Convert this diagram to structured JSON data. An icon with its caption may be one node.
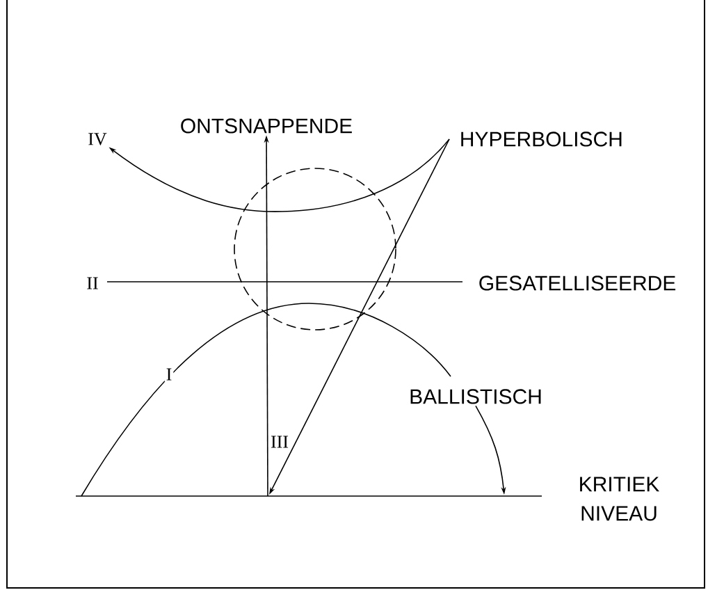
{
  "diagram": {
    "nodes": [
      {
        "text": [
          "ONTSNAPPENDE"
        ]
      },
      {
        "text": [
          "HYPERBOLISCH"
        ]
      },
      {
        "text": [
          "BALLISTISCH"
        ]
      },
      {
        "text": [
          "IV"
        ]
      }
    ],
    "edges": [
      {
        "from": null,
        "to": 0,
        "arrow": "to"
      },
      {
        "from": 1,
        "to": null,
        "arrow": "to"
      },
      {
        "from": 2,
        "to": null,
        "arrow": "to"
      },
      {
        "from": 1,
        "to": 3,
        "arrow": "to"
      }
    ],
    "labels": [
      "II",
      "GESATELLISEERDE",
      "I",
      "III",
      "KRITIEK NIVEAU"
    ]
  }
}
